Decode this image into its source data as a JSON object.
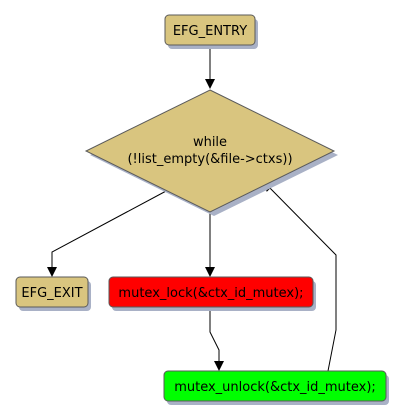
{
  "diagram": {
    "nodes": {
      "entry": {
        "label": "EFG_ENTRY",
        "fill": "#d9c57f"
      },
      "loop": {
        "label_line1": "while",
        "label_line2": "(!list_empty(&file->ctxs))",
        "fill": "#d9c57f"
      },
      "exit": {
        "label": "EFG_EXIT",
        "fill": "#d9c57f"
      },
      "lock": {
        "label": "mutex_lock(&ctx_id_mutex);",
        "fill": "#ff0000"
      },
      "unlock": {
        "label": "mutex_unlock(&ctx_id_mutex);",
        "fill": "#00ff00"
      }
    },
    "edges": [
      {
        "from": "entry",
        "to": "loop"
      },
      {
        "from": "loop",
        "to": "exit"
      },
      {
        "from": "loop",
        "to": "lock"
      },
      {
        "from": "lock",
        "to": "unlock"
      },
      {
        "from": "unlock",
        "to": "loop"
      }
    ],
    "colors": {
      "shadow": "#a9b1c6",
      "edge": "#000000",
      "border": "#5a5a5a"
    }
  }
}
